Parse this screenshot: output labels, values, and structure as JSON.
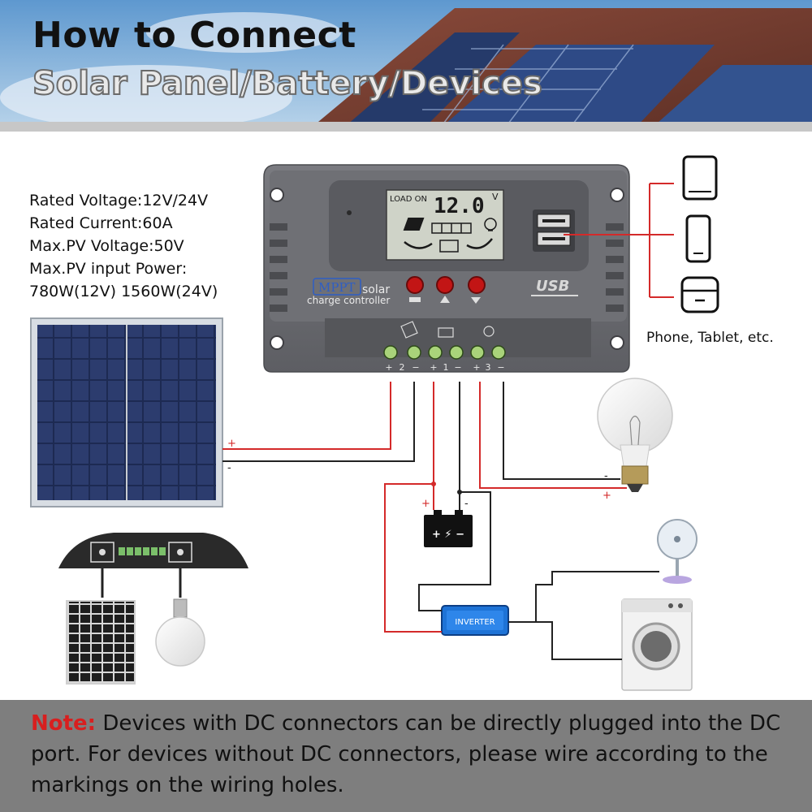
{
  "header": {
    "title": "How to Connect",
    "subtitle": "Solar Panel/Battery/Devices"
  },
  "specs": [
    "Rated Voltage:12V/24V",
    "Rated Current:60A",
    "Max.PV Voltage:50V",
    "Max.PV input Power:",
    "780W(12V) 1560W(24V)"
  ],
  "controller": {
    "lcd_status": "LOAD ON",
    "lcd_value": "12.0",
    "lcd_unit": "V",
    "brand_badge": "MPPT",
    "brand_text_line1": "solar",
    "brand_text_line2": "charge controller",
    "usb_label": "USB",
    "terminal_numbers": [
      "2",
      "1",
      "3"
    ],
    "terminal_signs": [
      "+",
      "−",
      "+",
      "−",
      "+",
      "−"
    ]
  },
  "devices_caption": "Phone, Tablet, etc.",
  "wiring": {
    "pv_plus": "+",
    "pv_minus": "-",
    "battery_plus": "+",
    "battery_minus": "-",
    "battery_symbol": "+ ⚡ −",
    "load_minus": "-",
    "load_plus": "+",
    "inverter_label": "INVERTER"
  },
  "note": {
    "label": "Note:",
    "text": " Devices with DC connectors can be directly plugged into the DC port. For devices without DC connectors, please wire according to the markings on the wiring holes."
  },
  "colors": {
    "wire_red": "#d42a2a",
    "wire_black": "#222222",
    "controller_body": "#6e6f73",
    "note_bar": "#7e7e7e",
    "inverter_blue": "#1e73d6"
  }
}
